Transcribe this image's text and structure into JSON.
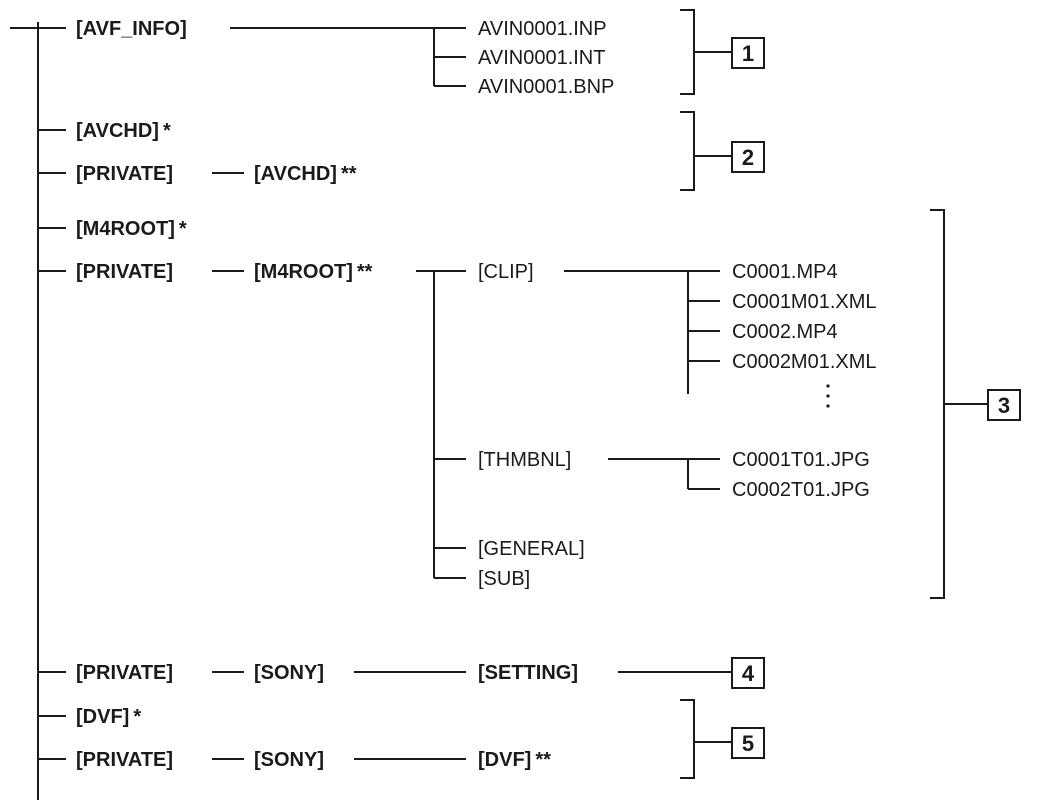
{
  "tree": {
    "avf_info": "[AVF_INFO]",
    "avf_files": [
      "AVIN0001.INP",
      "AVIN0001.INT",
      "AVIN0001.BNP"
    ],
    "avchd_root": "[AVCHD]",
    "avchd_root_mark": "*",
    "private_1": "[PRIVATE]",
    "avchd_private": "[AVCHD]",
    "avchd_private_mark": "**",
    "m4root_root": "[M4ROOT]",
    "m4root_root_mark": "*",
    "private_2": "[PRIVATE]",
    "m4root_private": "[M4ROOT]",
    "m4root_private_mark": "**",
    "clip": "[CLIP]",
    "clip_files": [
      "C0001.MP4",
      "C0001M01.XML",
      "C0002.MP4",
      "C0002M01.XML"
    ],
    "thmbnl": "[THMBNL]",
    "thmbnl_files": [
      "C0001T01.JPG",
      "C0002T01.JPG"
    ],
    "general": "[GENERAL]",
    "sub": "[SUB]",
    "private_3": "[PRIVATE]",
    "sony_1": "[SONY]",
    "setting": "[SETTING]",
    "dvf_root": "[DVF]",
    "dvf_root_mark": "*",
    "private_4": "[PRIVATE]",
    "sony_2": "[SONY]",
    "dvf_private": "[DVF]",
    "dvf_private_mark": "**"
  },
  "groups": [
    "1",
    "2",
    "3",
    "4",
    "5"
  ]
}
